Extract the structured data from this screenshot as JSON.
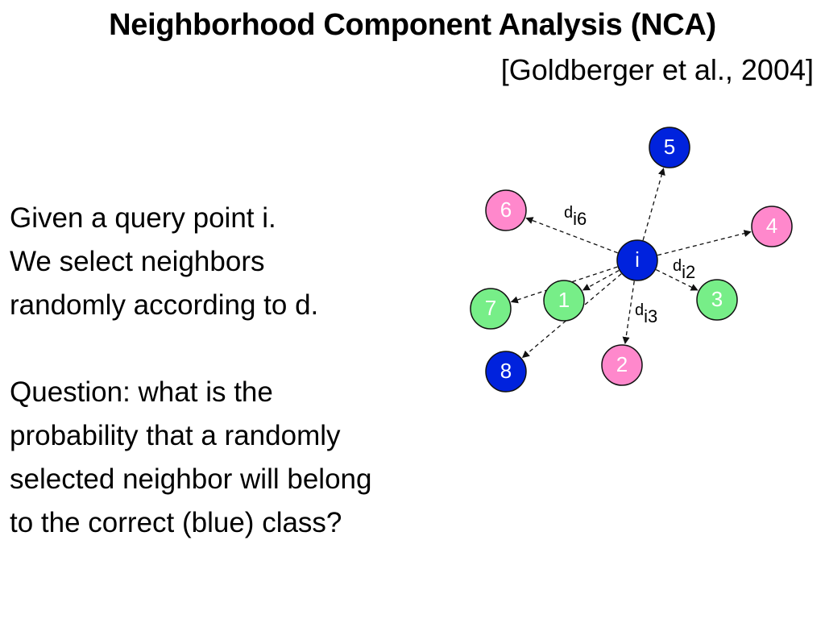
{
  "slide": {
    "title": "Neighborhood Component Analysis (NCA)",
    "citation": "[Goldberger et al., 2004]",
    "paragraph1": [
      "Given a query point i.",
      "We select neighbors",
      "randomly according to d."
    ],
    "paragraph2": [
      "Question: what is the",
      "probability that a randomly",
      "selected neighbor will belong",
      "to the correct (blue) class?"
    ]
  },
  "diagram": {
    "colors": {
      "blue": "#0022dd",
      "pink": "#ff88cc",
      "green": "#77ee88",
      "outline": "#111111"
    },
    "query": {
      "label": "i",
      "color": "blue"
    },
    "neighbors": [
      {
        "label": "5",
        "color": "blue"
      },
      {
        "label": "6",
        "color": "pink"
      },
      {
        "label": "4",
        "color": "pink"
      },
      {
        "label": "3",
        "color": "green"
      },
      {
        "label": "1",
        "color": "green"
      },
      {
        "label": "7",
        "color": "green"
      },
      {
        "label": "2",
        "color": "pink"
      },
      {
        "label": "8",
        "color": "blue"
      }
    ],
    "distance_labels": [
      {
        "base": "d",
        "sub": "i6"
      },
      {
        "base": "d",
        "sub": "i2"
      },
      {
        "base": "d",
        "sub": "i3"
      }
    ]
  }
}
